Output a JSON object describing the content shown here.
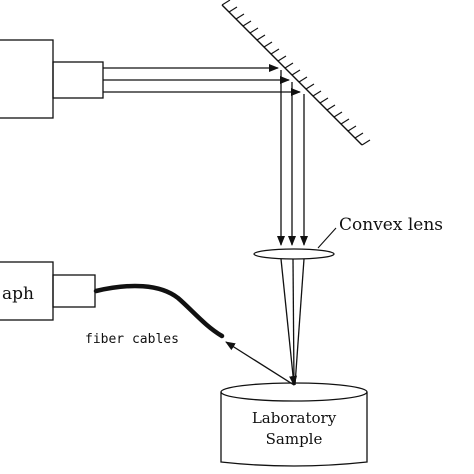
{
  "labels": {
    "convex_lens": "Convex lens",
    "fiber_cables": "fiber cables",
    "sample_line1": "Laboratory",
    "sample_line2": "Sample",
    "device_partial": "aph"
  },
  "colors": {
    "stroke": "#111111",
    "background": "#ffffff"
  }
}
